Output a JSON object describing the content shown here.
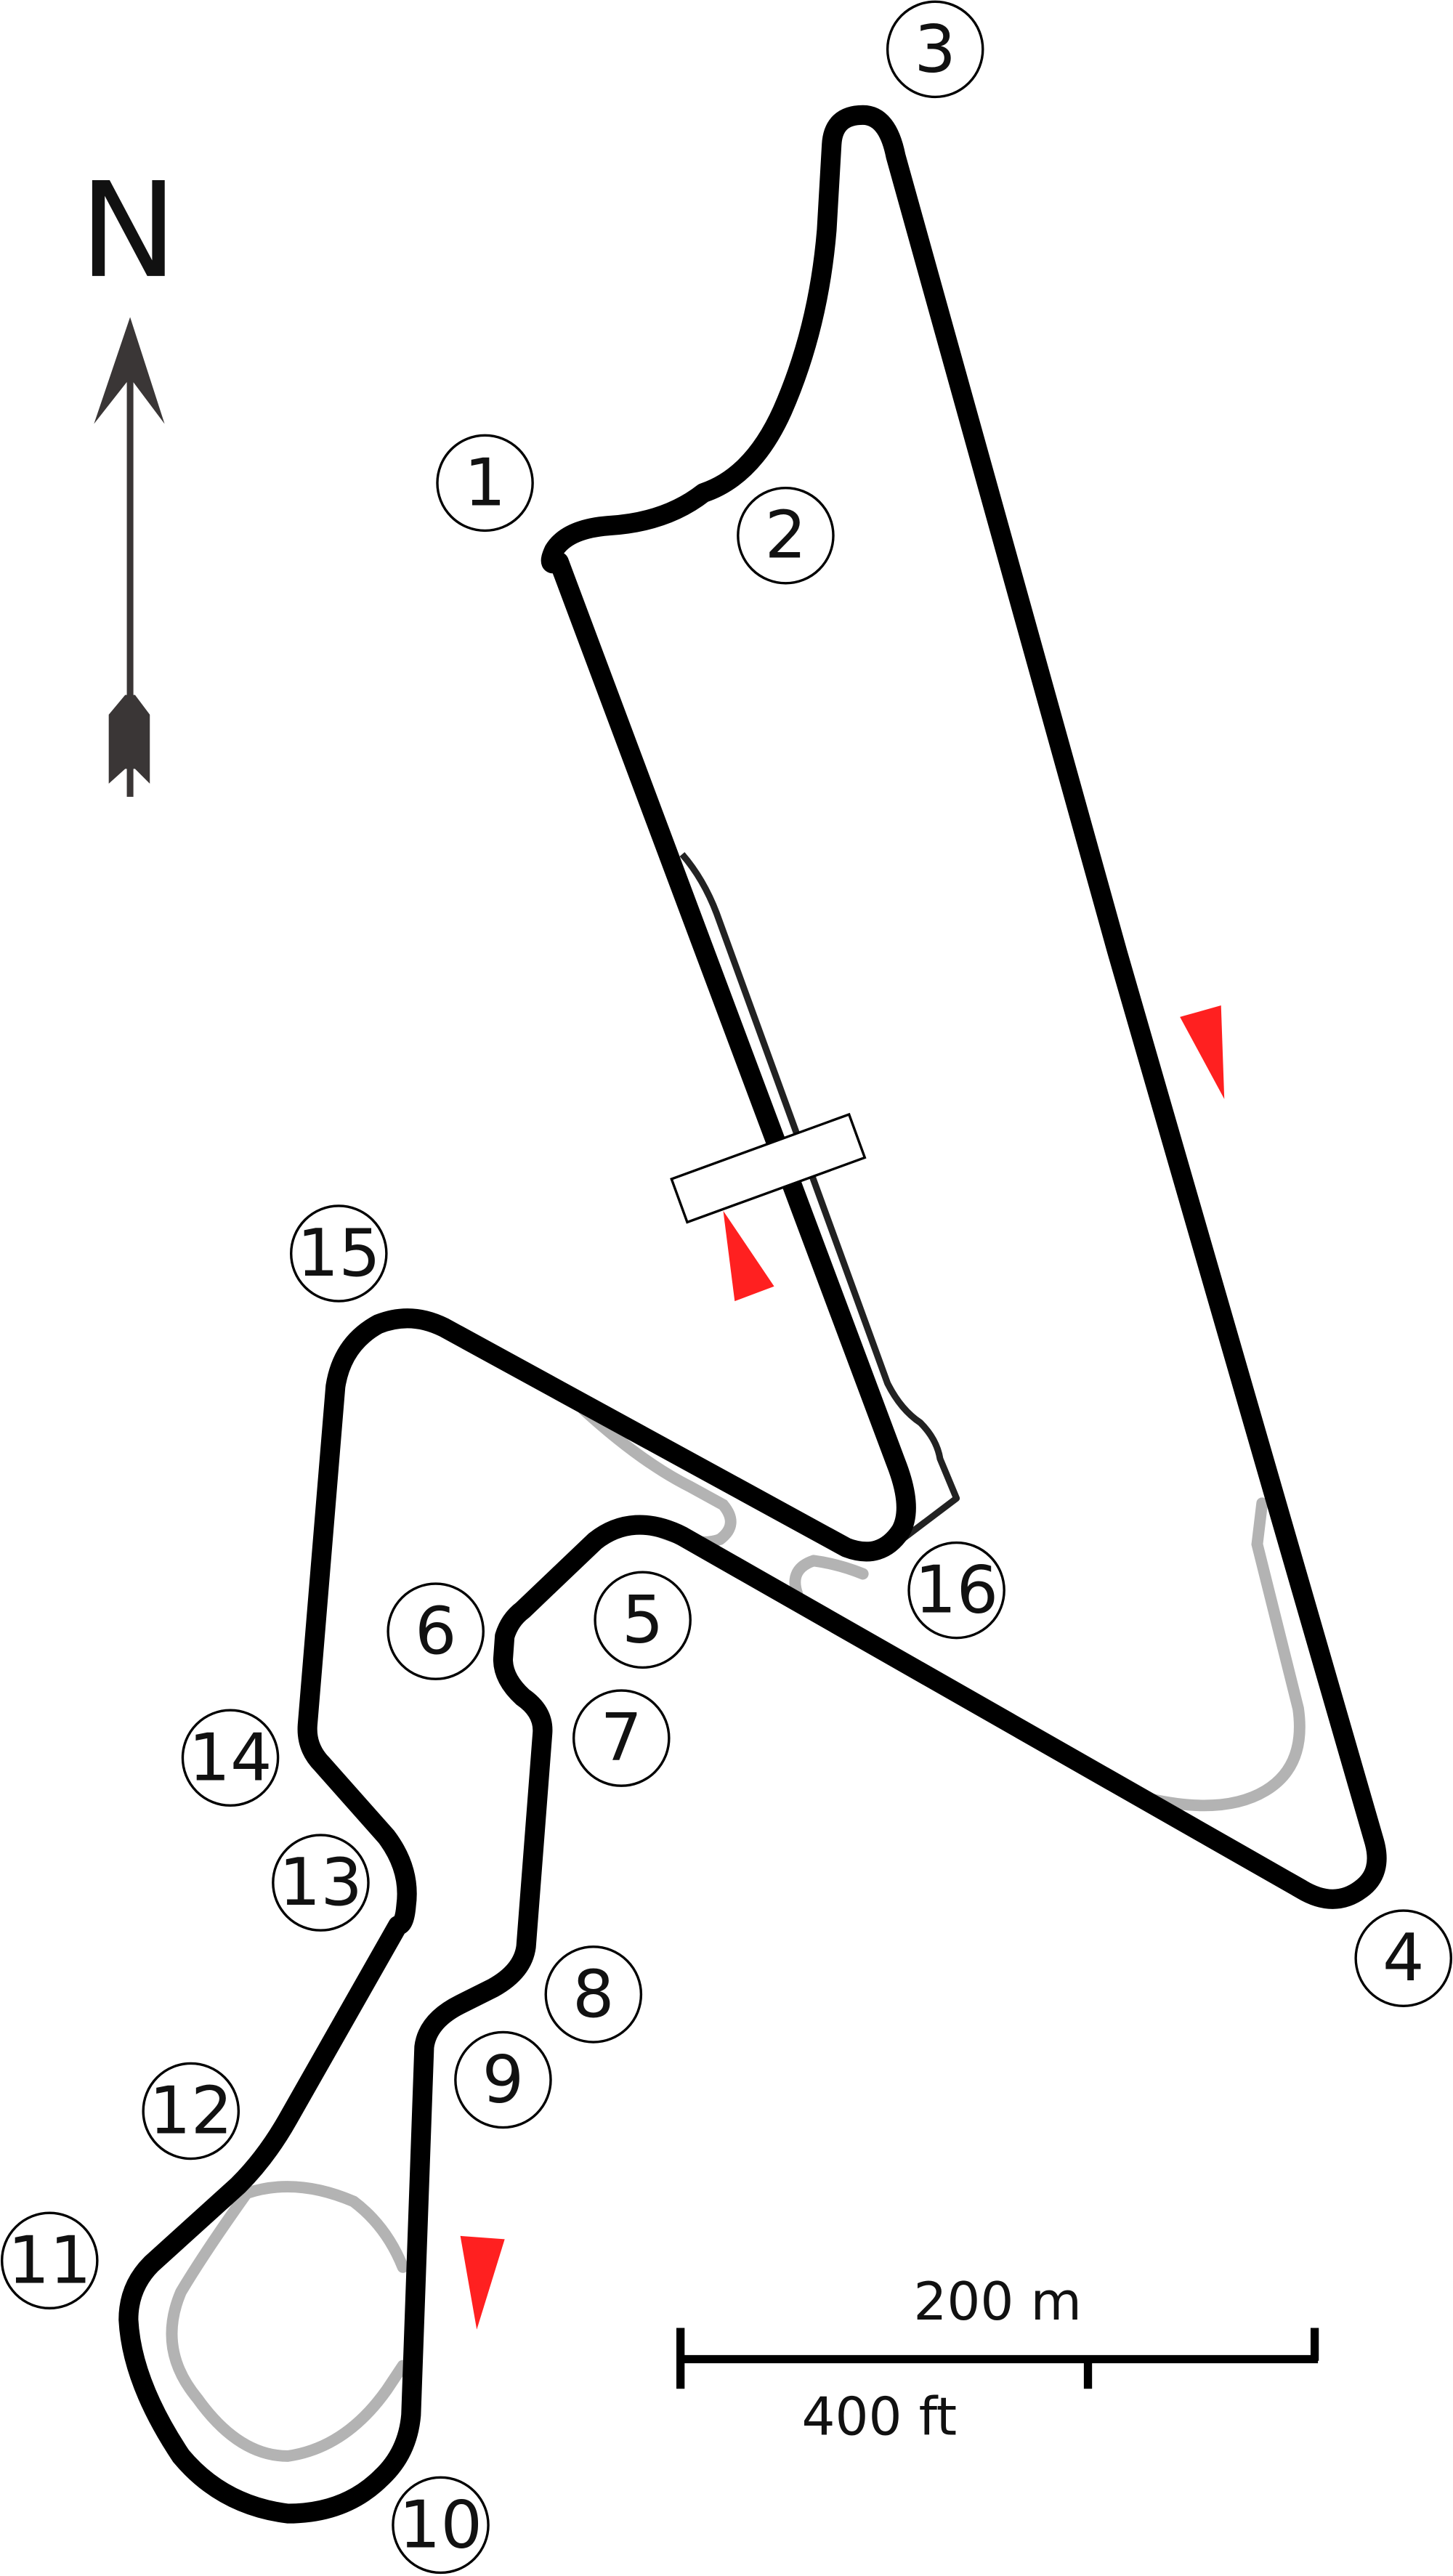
{
  "compass": {
    "label": "N"
  },
  "scale_bar": {
    "metric": "200 m",
    "imperial": "400 ft"
  },
  "turns": [
    "1",
    "2",
    "3",
    "4",
    "5",
    "6",
    "7",
    "8",
    "9",
    "10",
    "11",
    "12",
    "13",
    "14",
    "15",
    "16"
  ],
  "colors": {
    "track": "#000000",
    "runoff": "#b3b3b3",
    "direction": "#ff2020",
    "compass": "#3a3636"
  }
}
